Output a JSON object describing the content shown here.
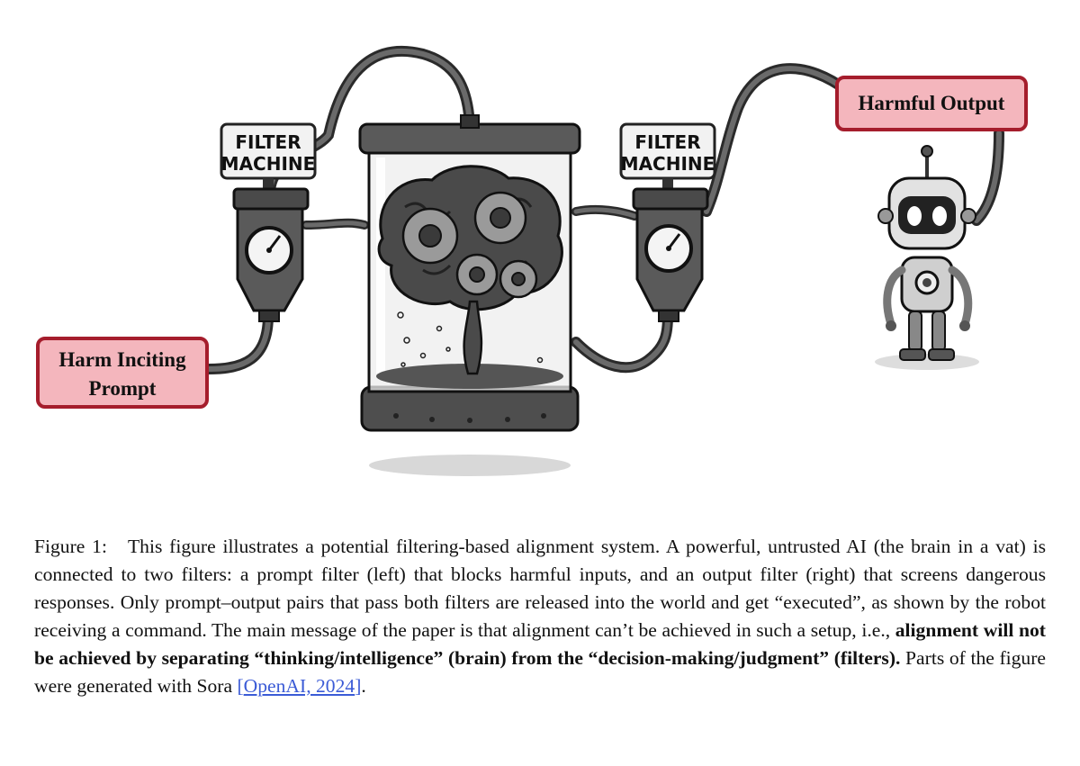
{
  "figure": {
    "left_filter_label_line1": "FILTER",
    "left_filter_label_line2": "MACHINE",
    "right_filter_label_line1": "FILTER",
    "right_filter_label_line2": "MACHINE",
    "input_box_line1": "Harm Inciting",
    "input_box_line2": "Prompt",
    "output_box": "Harmful Output",
    "colors": {
      "box_fill": "#f4b6bd",
      "box_border": "#a51d2c",
      "metal": "#555555",
      "dark": "#222222"
    }
  },
  "caption": {
    "label": "Figure 1:",
    "text_plain": "This figure illustrates a potential filtering-based alignment system. A powerful, untrusted AI (the brain in a vat) is connected to two filters: a prompt filter (left) that blocks harmful inputs, and an output filter (right) that screens dangerous responses. Only prompt–output pairs that pass both filters are released into the world and get “executed”, as shown by the robot receiving a command. The main message of the paper is that alignment can’t be achieved in such a setup, i.e., ",
    "text_bold": "alignment will not be achieved by separating “thinking/intelligence” (brain) from the “decision-making/judgment” (filters).",
    "text_tail": " Parts of the figure were generated with Sora ",
    "cite_open": "[",
    "cite_text": "OpenAI, 2024",
    "cite_close": "]",
    "end": "."
  }
}
